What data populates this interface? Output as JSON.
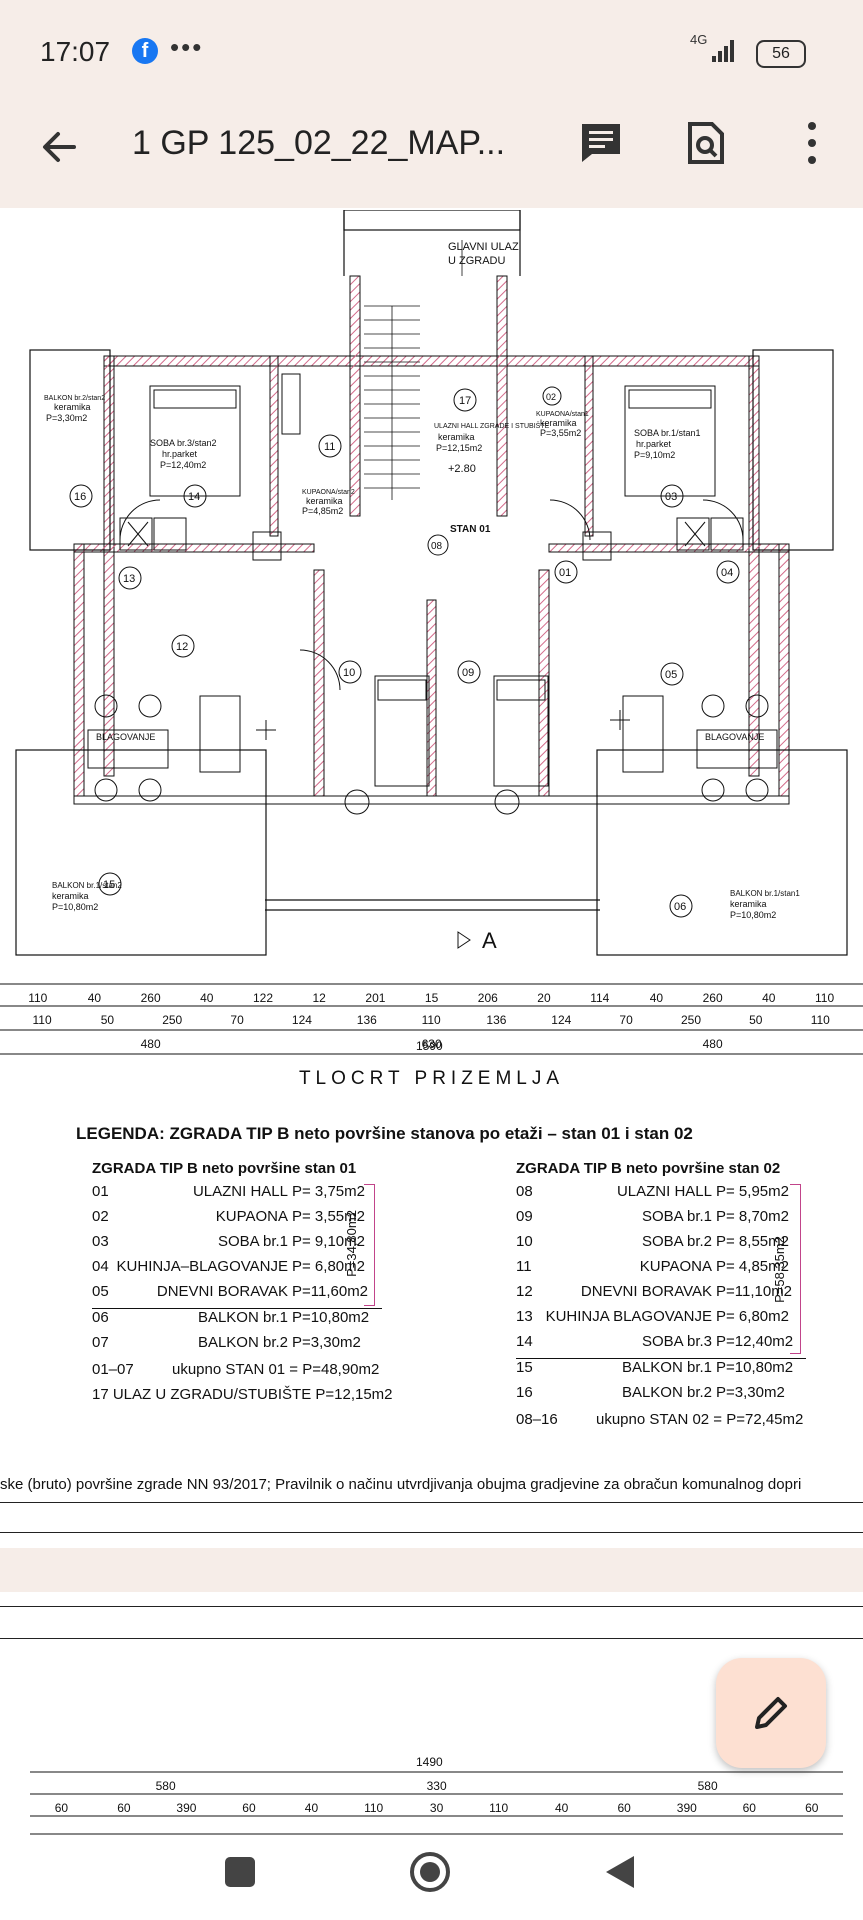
{
  "status": {
    "time": "17:07",
    "network": "4G",
    "battery": "56"
  },
  "app": {
    "title": "1 GP 125_02_22_MAP..."
  },
  "plan": {
    "entrance": [
      "GLAVNI ULAZ",
      "U ZGRADU"
    ],
    "sheet_title": "TLOCRT PRIZEMLJA",
    "dims_row1": [
      "110",
      "40",
      "260",
      "40",
      "122",
      "12",
      "201",
      "15",
      "206",
      "20",
      "114",
      "40",
      "260",
      "40",
      "110"
    ],
    "dims_row2": [
      "110",
      "50",
      "250",
      "70",
      "124",
      "136",
      "110",
      "136",
      "124",
      "70",
      "250",
      "50",
      "110"
    ],
    "dims_row3": [
      "480",
      "630",
      "480"
    ],
    "dims_total": "1590",
    "rooms": [
      {
        "num": "16",
        "name": "BALKON br.2/stan2",
        "finish": "keramika",
        "area": "P=3,30m2"
      },
      {
        "num": "14",
        "name": "SOBA br.3/stan2",
        "finish": "hr.parket",
        "area": "P=12,40m2"
      },
      {
        "num": "11",
        "name": "KUPAONA/stan2",
        "finish": "keramika",
        "area": "P=4,85m2"
      },
      {
        "num": "17",
        "name": "ULAZNI HALL ZGRADE I STUBIŠTE",
        "finish": "keramika",
        "area": "P=12,15m2"
      },
      {
        "num": "02",
        "name": "KUPAONA/stan1",
        "finish": "keramika",
        "area": "P=3,55m2"
      },
      {
        "num": "03",
        "name": "SOBA br.1/stan1",
        "finish": "hr.parket",
        "area": "P=9,10m2"
      },
      {
        "num": "15",
        "name": "BALKON br.1/stan2",
        "finish": "keramika",
        "area": "P=10,80m2"
      },
      {
        "num": "06",
        "name": "BALKON br.1/stan1",
        "finish": "keramika",
        "area": "P=10,80m2"
      }
    ],
    "blagovanje": "BLAGOVANJE",
    "level": "+2.80",
    "stan_label": "STAN 01"
  },
  "legend": {
    "title": "LEGENDA: ZGRADA TIP B neto površine stanova po etaži – stan 01 i stan 02",
    "stan1": {
      "heading": "ZGRADA TIP B neto površine stan 01",
      "rows": [
        {
          "n": "01",
          "name": "ULAZNI HALL",
          "area": "P= 3,75m2"
        },
        {
          "n": "02",
          "name": "KUPAONA",
          "area": "P= 3,55m2"
        },
        {
          "n": "03",
          "name": "SOBA br.1",
          "area": "P= 9,10m2"
        },
        {
          "n": "04",
          "name": "KUHINJA–BLAGOVANJE",
          "area": "P= 6,80m2"
        },
        {
          "n": "05",
          "name": "DNEVNI BORAVAK",
          "area": "P=11,60m2"
        },
        {
          "n": "06",
          "name": "BALKON br.1",
          "area": "P=10,80m2"
        },
        {
          "n": "07",
          "name": "BALKON br.2",
          "area": "P=3,30m2"
        }
      ],
      "subtotal": "P=34,80m2",
      "total_range": "01–07",
      "total": "ukupno STAN 01 = P=48,90m2",
      "extra": "17 ULAZ U ZGRADU/STUBIŠTE P=12,15m2"
    },
    "stan2": {
      "heading": "ZGRADA TIP B neto površine stan 02",
      "rows": [
        {
          "n": "08",
          "name": "ULAZNI HALL",
          "area": "P= 5,95m2"
        },
        {
          "n": "09",
          "name": "SOBA br.1",
          "area": "P= 8,70m2"
        },
        {
          "n": "10",
          "name": "SOBA br.2",
          "area": "P= 8,55m2"
        },
        {
          "n": "11",
          "name": "KUPAONA",
          "area": "P= 4,85m2"
        },
        {
          "n": "12",
          "name": "DNEVNI BORAVAK",
          "area": "P=11,10m2"
        },
        {
          "n": "13",
          "name": "KUHINJA BLAGOVANJE",
          "area": "P= 6,80m2"
        },
        {
          "n": "14",
          "name": "SOBA br.3",
          "area": "P=12,40m2"
        },
        {
          "n": "15",
          "name": "BALKON br.1",
          "area": "P=10,80m2"
        },
        {
          "n": "16",
          "name": "BALKON br.2",
          "area": "P=3,30m2"
        }
      ],
      "subtotal": "P=58,35m2",
      "total_range": "08–16",
      "total": "ukupno STAN 02 = P=72,45m2"
    }
  },
  "footnote": "ske (bruto) površine zgrade NN 93/2017; Pravilnik o načinu utvrdjivanja obujma gradjevine za obračun komunalnog dopri",
  "page2": {
    "total": "1490",
    "row1": [
      "580",
      "330",
      "580"
    ],
    "row2": [
      "60",
      "60",
      "390",
      "60",
      "40",
      "110",
      "30",
      "110",
      "40",
      "60",
      "390",
      "60",
      "60"
    ]
  },
  "colors": {
    "chrome": "#f6ede8",
    "fab": "#fde0d2",
    "hatch": "#d26a8a"
  },
  "icons": [
    "back-arrow-icon",
    "comment-icon",
    "search-document-icon",
    "more-vert-icon",
    "edit-pencil-icon",
    "home-square-icon",
    "home-circle-icon",
    "back-triangle-icon"
  ]
}
